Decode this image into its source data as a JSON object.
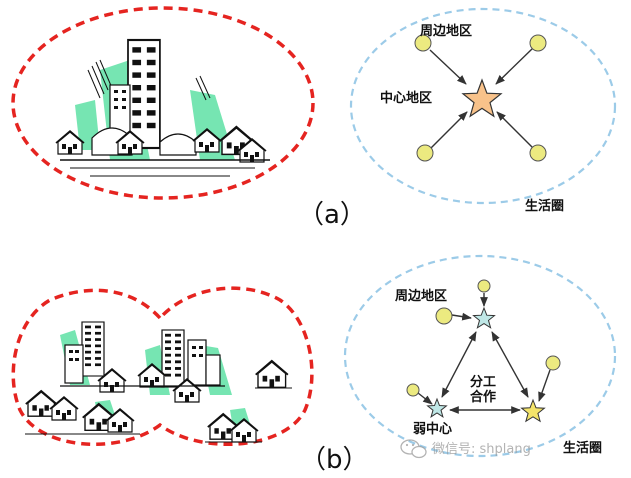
{
  "diagram_a": {
    "panel_label": "（a）",
    "labels": {
      "periphery": "周边地区",
      "center": "中心地区",
      "living_circle": "生活圈"
    }
  },
  "diagram_b": {
    "panel_label": "（b）",
    "labels": {
      "periphery": "周边地区",
      "division_line1": "分工",
      "division_line2": "合作",
      "weak_center": "弱中心",
      "living_circle": "生活圈"
    }
  },
  "watermark": {
    "text": "微信号: shplang",
    "icon": "wechat-icon"
  },
  "colors": {
    "red_dash": "#e52420",
    "blue_dash": "#9ccbe8",
    "star_a": "#f8c28a",
    "star_b_weak": "#bfe7e6",
    "star_b_center": "#f4e46a",
    "satellite": "#ecea80",
    "arrow": "#333333",
    "green_shadow": "#5ee0a4"
  }
}
